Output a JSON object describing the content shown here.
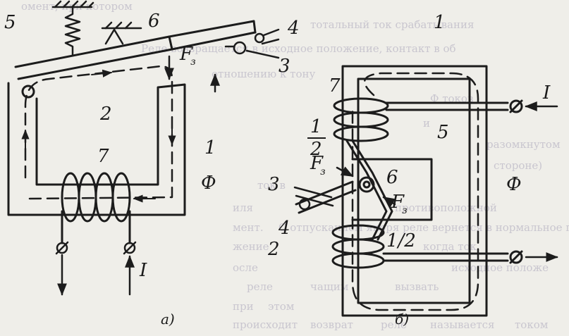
{
  "colors": {
    "paper": "#efeee9",
    "ink": "#1c1c1c",
    "show_through": "#c9c6cf"
  },
  "background_text": [
    "омент, при котором",
    "тотальный ток срабатывания",
    "Реле возвращается в исходное положение, контакт в об",
    "отношению к тону",
    "Ф токов",
    "и",
    "разомкнутом",
    "стороне)",
    "ток в",
    "иля",
    "противоположной",
    "мент.",
    "С отпусканием якоря реле вернется в нормальное пол",
    "жение",
    "когда ток",
    "осле",
    "исходное положе",
    "реле",
    "чащим",
    "вызвать",
    "при",
    "этом",
    "происходит",
    "возврат",
    "реле",
    "называется",
    "током"
  ],
  "figure_a": {
    "labels": {
      "n1": "1",
      "n2": "2",
      "n3": "3",
      "n4": "4",
      "n5": "5",
      "n6": "6",
      "n7": "7",
      "flux": "Ф",
      "current": "I",
      "force": "F",
      "force_sub": "з"
    },
    "caption": "а)"
  },
  "figure_b": {
    "labels": {
      "n1": "1",
      "n2": "2",
      "n3": "3",
      "n4": "4",
      "n5": "5",
      "n6": "6",
      "n7": "7",
      "flux": "Ф",
      "current": "I",
      "force": "F",
      "force_sub": "з",
      "half_top_num": "1",
      "half_top_den": "2",
      "half_bottom": "1/2"
    },
    "caption": "б)"
  }
}
